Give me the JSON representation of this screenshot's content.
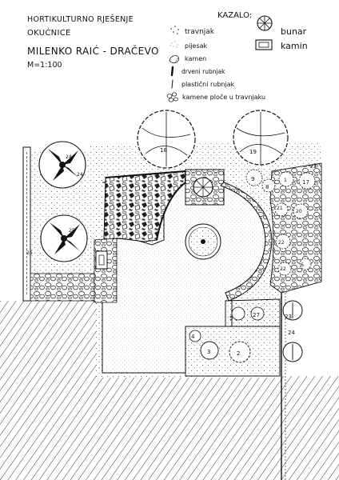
{
  "title": {
    "line1": "HORTIKULTURNO RJEŠENJE",
    "line2": "OKUĆNICE",
    "line3": "MILENKO RAIĆ - DRAČEVO",
    "scale": "M=1:100"
  },
  "legend": {
    "heading": "KAZALO:",
    "items": [
      {
        "symbol": "grass-dots",
        "label": "travnjak"
      },
      {
        "symbol": "sand-stipple",
        "label": "pijesak"
      },
      {
        "symbol": "stone-hatch",
        "label": "kamen"
      },
      {
        "symbol": "wood-edge",
        "label": "drveni rubnjak"
      },
      {
        "symbol": "plastic-edge",
        "label": "plastični rubnjak"
      },
      {
        "symbol": "stepping-stones",
        "label": "kamene ploče u travnjaku"
      }
    ],
    "right_items": [
      {
        "symbol": "well-circle",
        "label": "bunar"
      },
      {
        "symbol": "fireplace-square",
        "label": "kamin"
      }
    ]
  },
  "plant_numbers": [
    "18",
    "19",
    "26",
    "25",
    "24",
    "9",
    "8",
    "1",
    "17",
    "23",
    "21",
    "20",
    "22",
    "22",
    "6",
    "5",
    "27",
    "4",
    "3",
    "2",
    "23",
    "24",
    "24"
  ]
}
